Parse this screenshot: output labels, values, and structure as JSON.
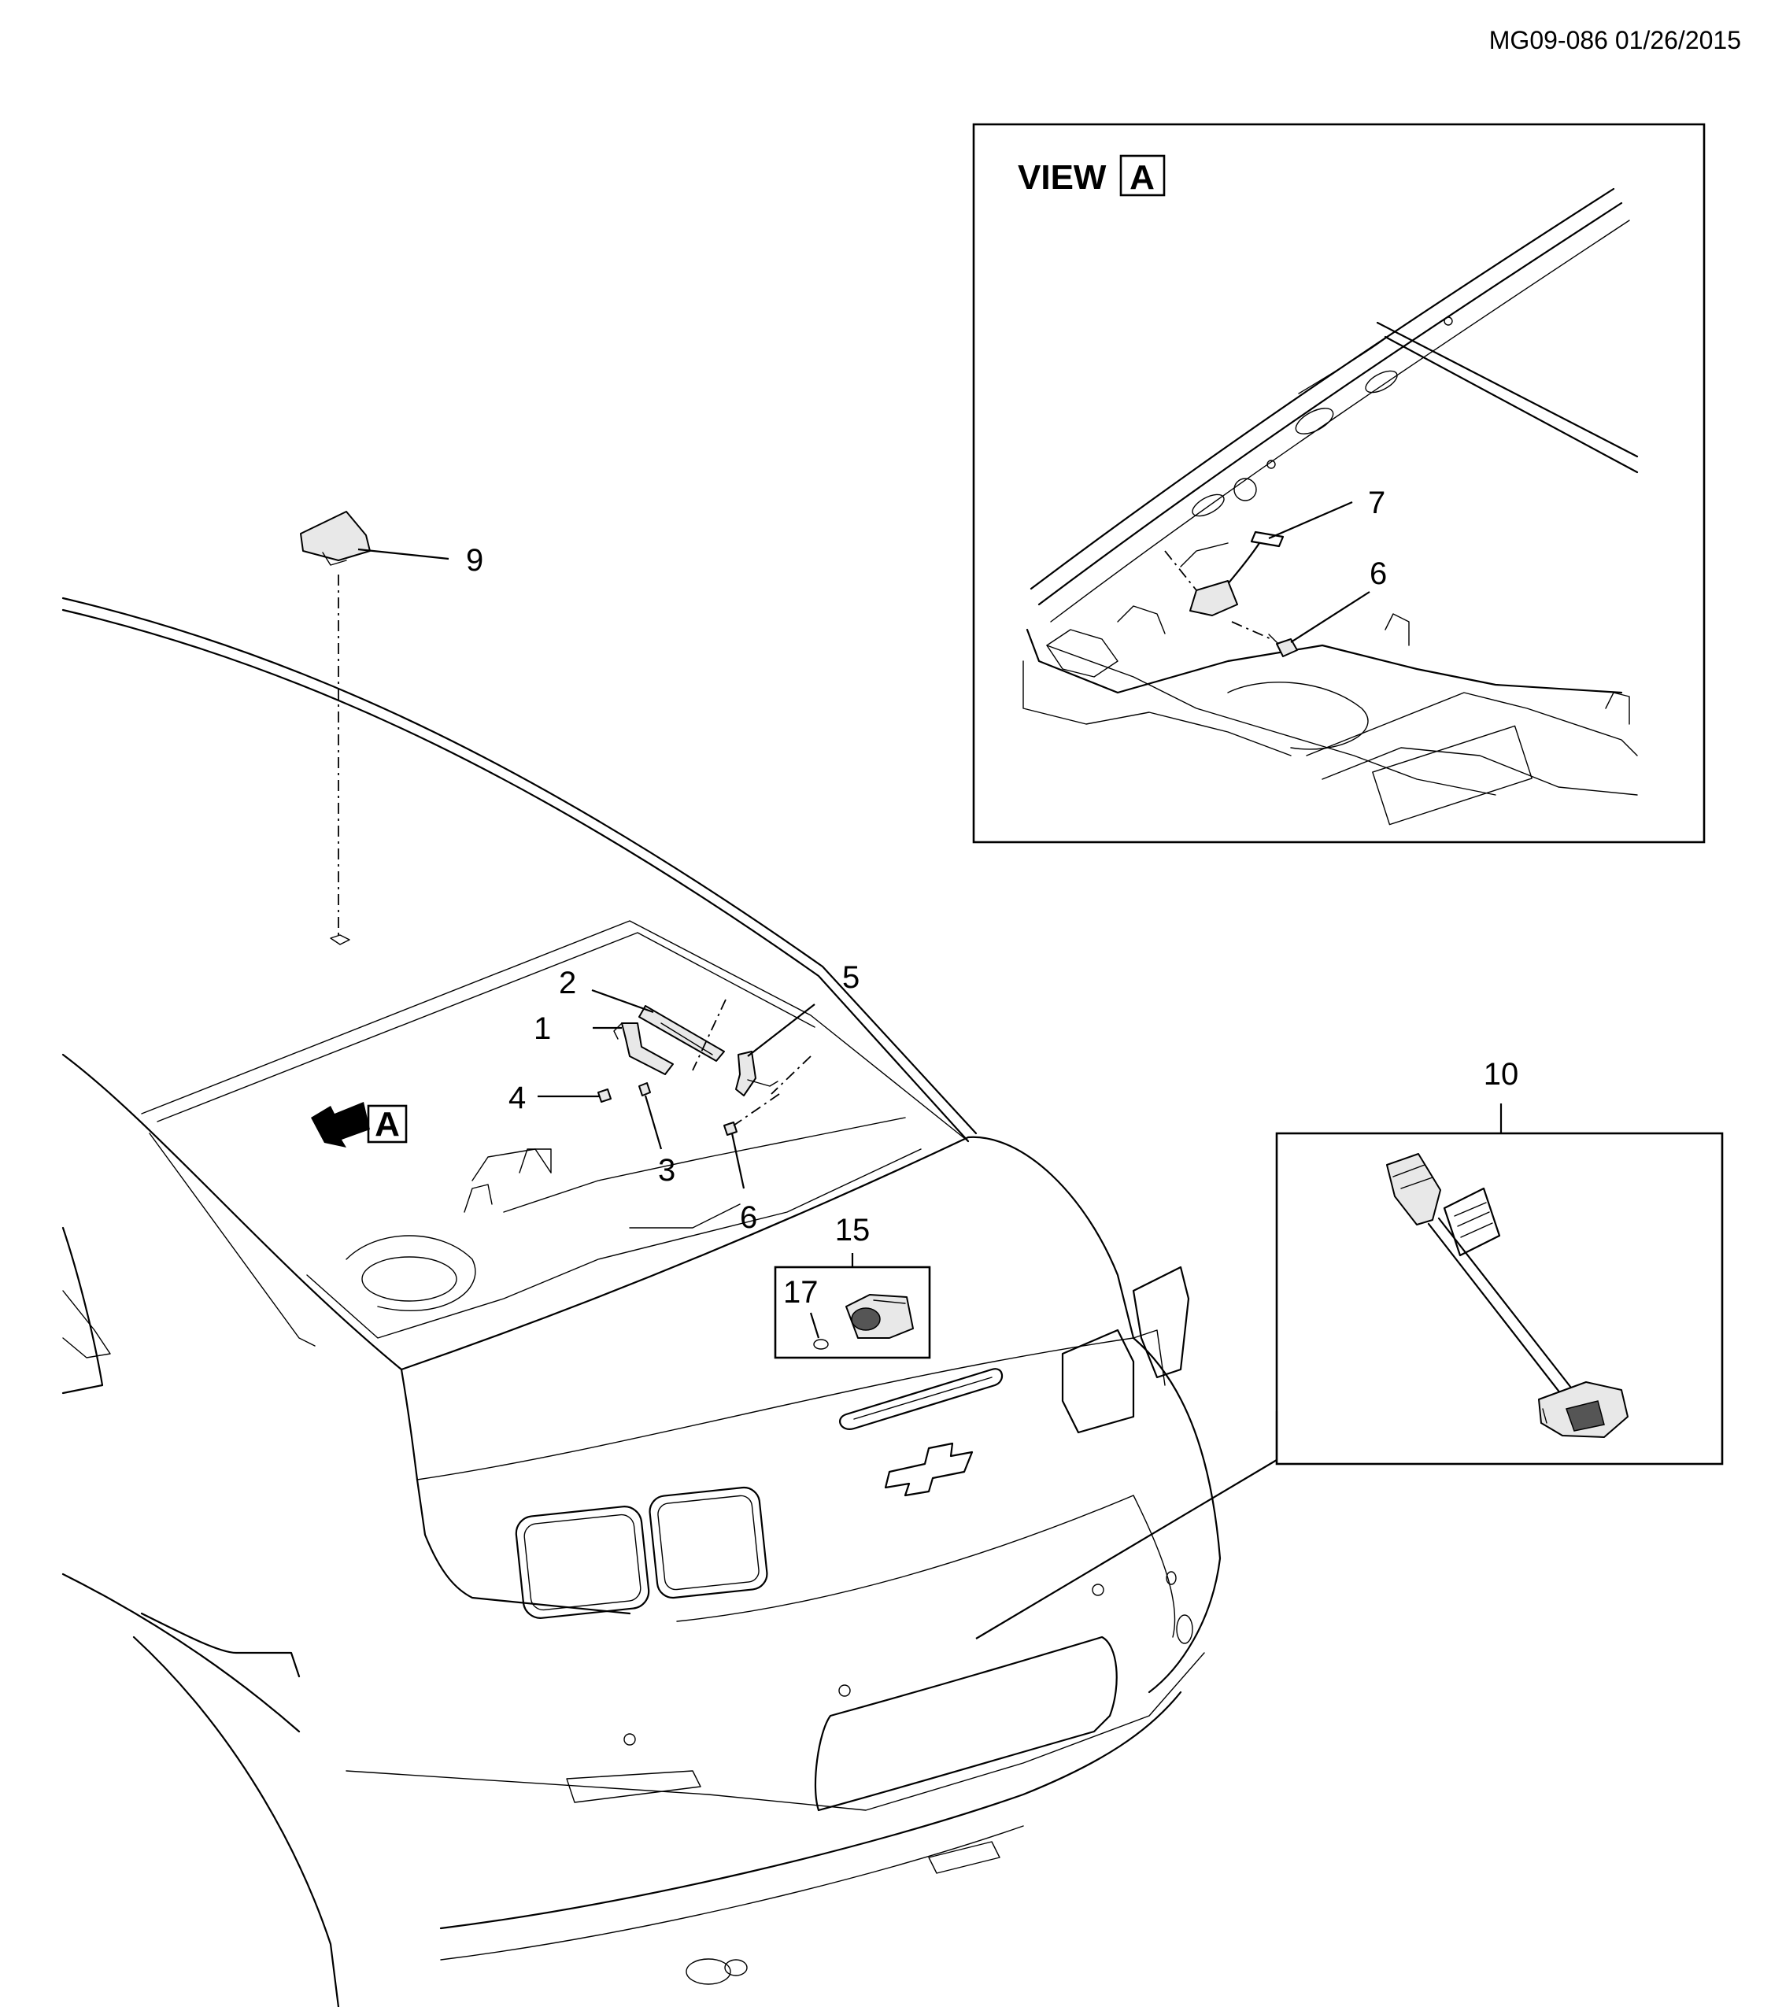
{
  "header": {
    "code": "MG09-086 01/26/2015"
  },
  "view_a": {
    "title": "VIEW",
    "letter": "A"
  },
  "view_arrow": {
    "letter": "A"
  },
  "callouts": {
    "c1": "1",
    "c2": "2",
    "c3": "3",
    "c4": "4",
    "c5": "5",
    "c6_main": "6",
    "c6_view": "6",
    "c7": "7",
    "c9": "9",
    "c10": "10",
    "c15": "15",
    "c17": "17"
  }
}
